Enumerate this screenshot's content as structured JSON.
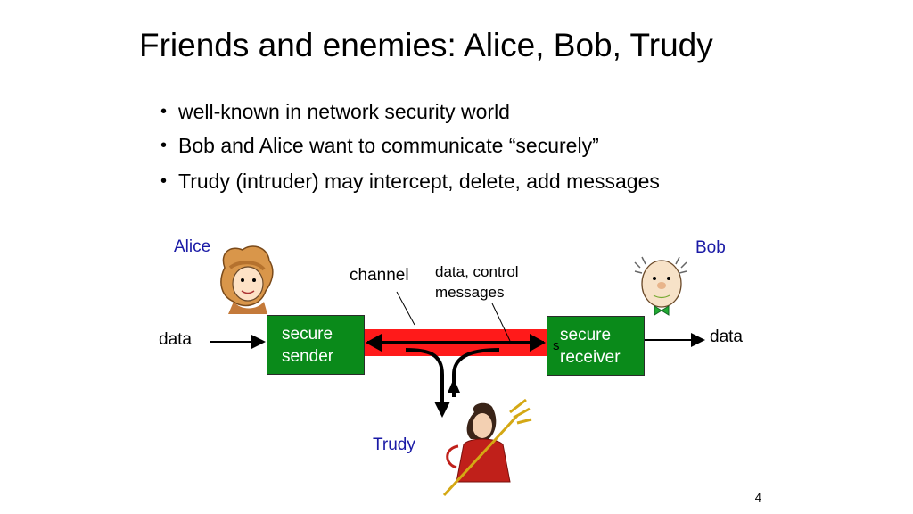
{
  "slide": {
    "title": "Friends and enemies:  Alice, Bob, Trudy",
    "bullets": [
      "well-known in network security world",
      "Bob and Alice want to communicate “securely”",
      "Trudy (intruder) may intercept, delete, add messages"
    ],
    "bullet_glyph": "•",
    "page_number": "4"
  },
  "diagram": {
    "alice_label": "Alice",
    "bob_label": "Bob",
    "trudy_label": "Trudy",
    "channel_label": "channel",
    "messages_label_line1": "data, control",
    "messages_label_line2": "messages",
    "data_in_label": "data",
    "data_out_label": "data",
    "sender": {
      "line1": "secure",
      "line2": "sender"
    },
    "receiver": {
      "line1": "secure",
      "line2": "receiver",
      "stray_char": "s"
    },
    "colors": {
      "channel": "#ff1a1a",
      "box": "#0a8a1a",
      "name_labels": "#1a1aa6"
    },
    "icons": [
      "alice-cartoon-icon",
      "bob-cartoon-icon",
      "trudy-devil-icon"
    ]
  }
}
